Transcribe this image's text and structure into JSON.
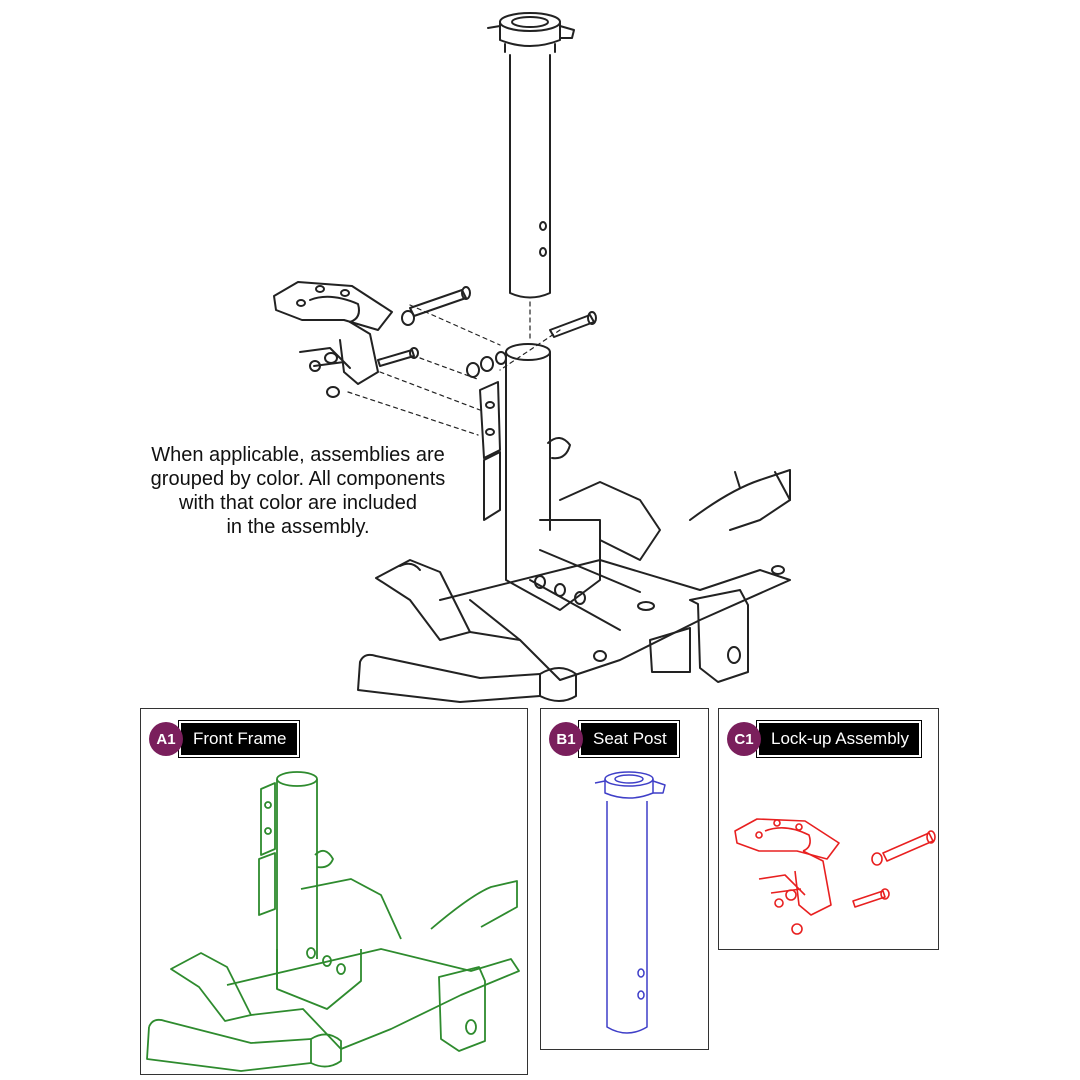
{
  "note": "When applicable, assemblies are\ngrouped by color. All components\nwith that color are included\nin the assembly.",
  "panels": [
    {
      "badge": "A1",
      "label": "Front Frame",
      "color": "#2e8b2e"
    },
    {
      "badge": "B1",
      "label": "Seat Post",
      "color": "#3f3fc8"
    },
    {
      "badge": "C1",
      "label": "Lock-up Assembly",
      "color": "#e82020"
    }
  ],
  "colors": {
    "badge": "#7a1f5c",
    "line": "#222222"
  }
}
